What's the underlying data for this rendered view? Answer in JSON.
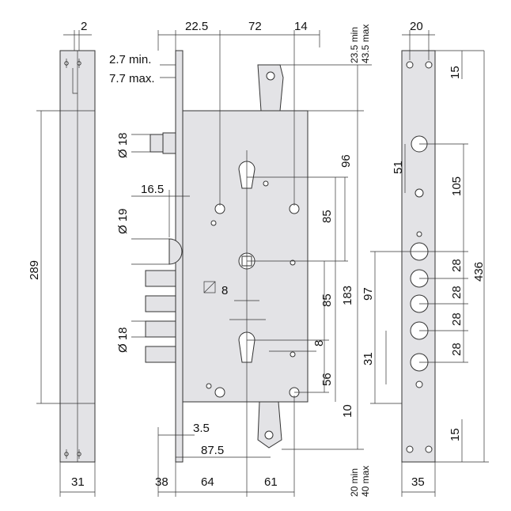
{
  "dimensions": {
    "d_2": "2",
    "d_22_5": "22.5",
    "d_72": "72",
    "d_14": "14",
    "d_23_5_min": "23.5 min",
    "d_43_5_max": "43.5 max",
    "d_20": "20",
    "d_2_7_min": "2.7 min.",
    "d_7_7_max": "7.7 max.",
    "d_15_top": "15",
    "d_dia18_top": "Ø 18",
    "d_289": "289",
    "d_96": "96",
    "d_51": "51",
    "d_105": "105",
    "d_16_5": "16.5",
    "d_dia19": "Ø 19",
    "d_85_top": "85",
    "d_28_a": "28",
    "d_436": "436",
    "d_8_square": "8",
    "d_85_mid": "85",
    "d_183": "183",
    "d_97": "97",
    "d_28_b": "28",
    "d_dia18_bottom": "Ø 18",
    "d_8_small": "8",
    "d_28_c": "28",
    "d_31_vert": "31",
    "d_28_d": "28",
    "d_56": "56",
    "d_10": "10",
    "d_3_5": "3.5",
    "d_15_bottom": "15",
    "d_87_5": "87.5",
    "d_20_min": "20 min",
    "d_40_max": "40 max",
    "d_31_bottom": "31",
    "d_38": "38",
    "d_64": "64",
    "d_61": "61",
    "d_35": "35"
  }
}
